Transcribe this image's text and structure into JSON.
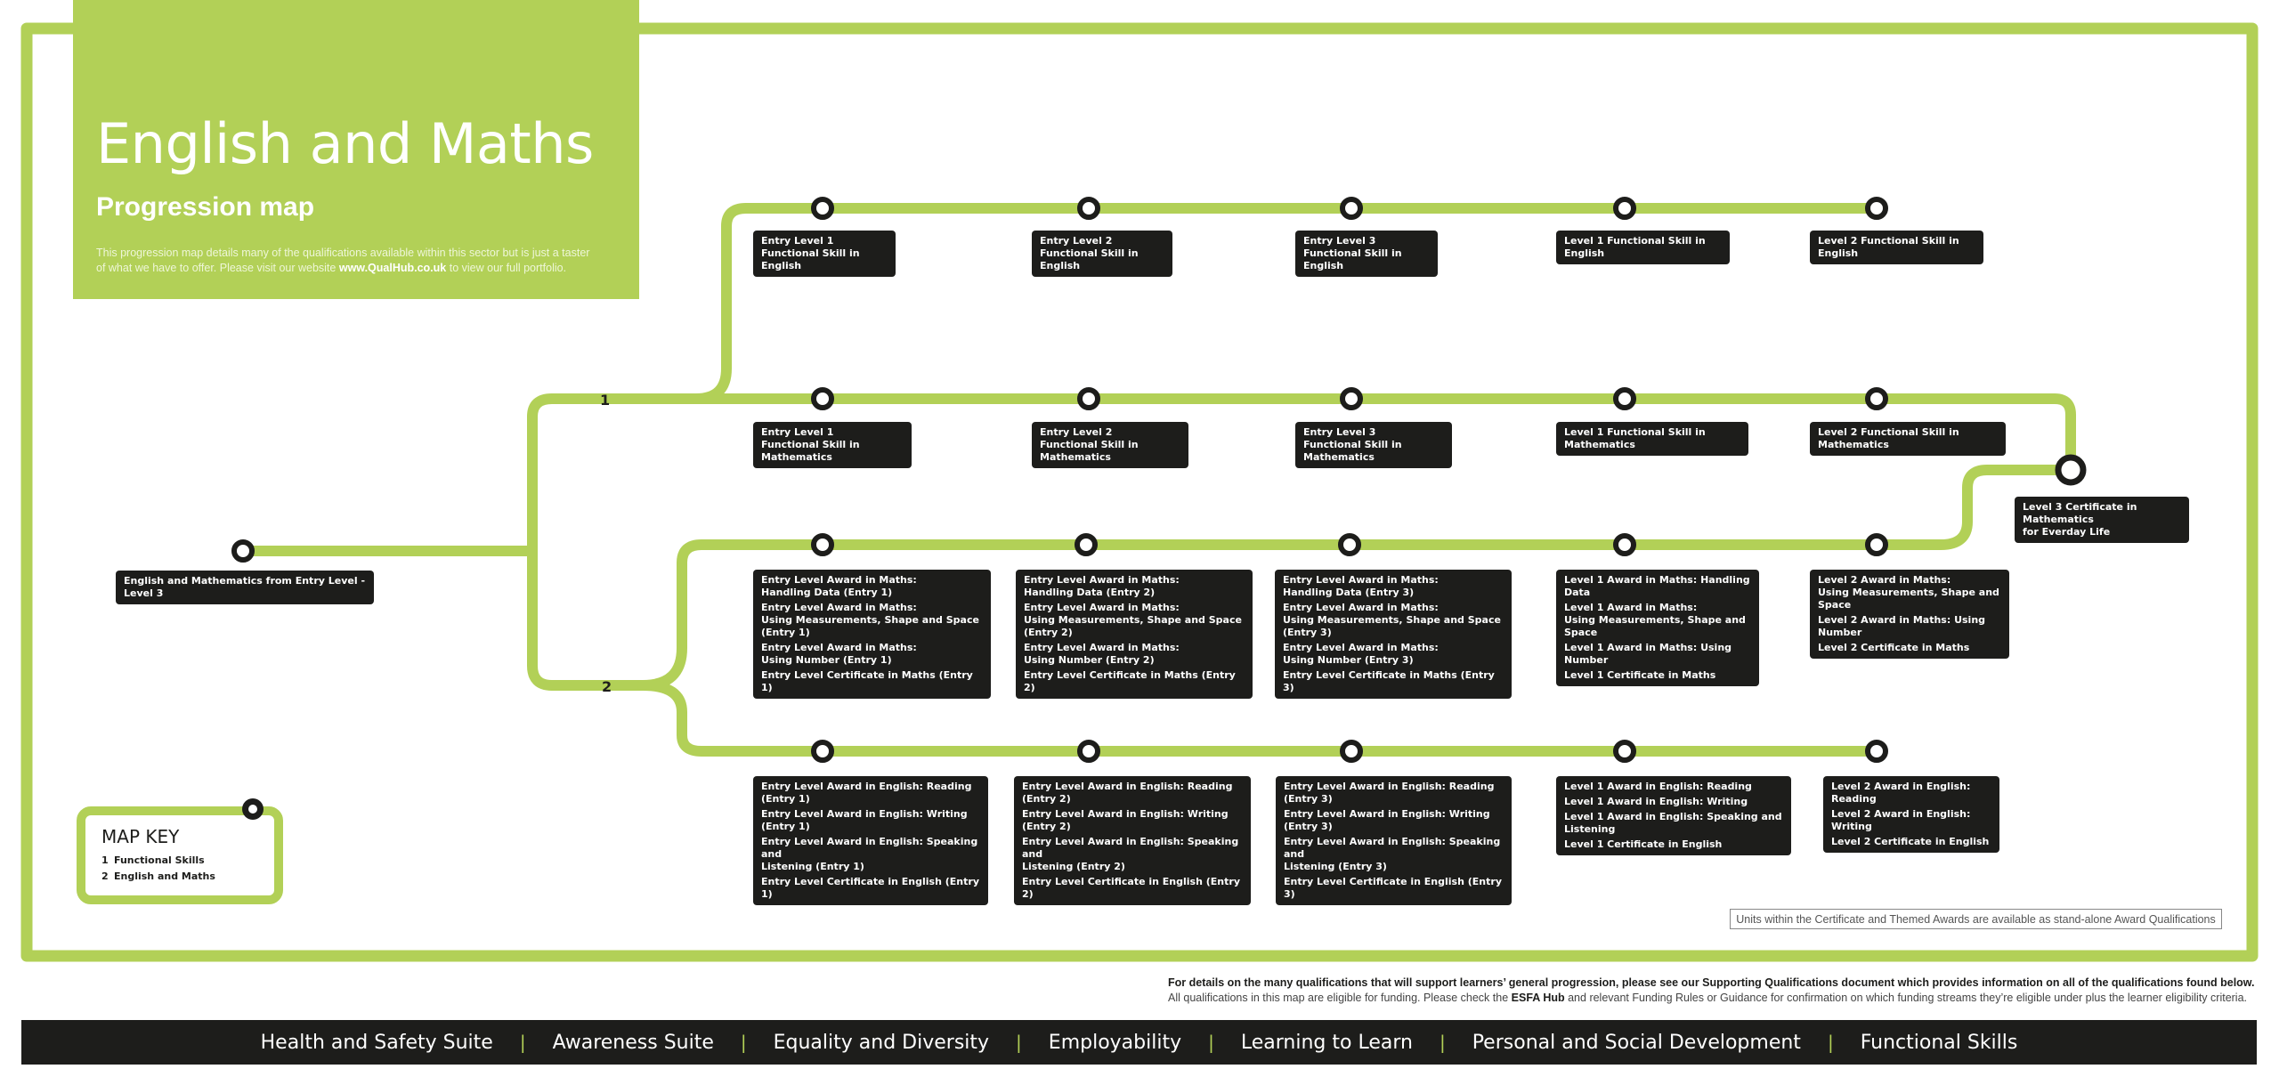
{
  "header": {
    "title": "English and Maths",
    "subtitle": "Progression map",
    "intro_prefix": "This progression map details many of the qualifications available within this sector but is just a taster of what we have to offer. Please visit our website",
    "intro_link": "www.QualHub.co.uk",
    "intro_suffix": "to view our full portfolio."
  },
  "colors": {
    "accent": "#b2d057",
    "dark": "#1d1d1b",
    "background": "#ffffff"
  },
  "branches": {
    "b1": "1",
    "b2": "2"
  },
  "start_label": "English and Mathematics  from Entry Level - Level 3",
  "lines": [
    {
      "id": "english-fs",
      "stations": [
        {
          "lines": [
            "Entry Level 1",
            "Functional Skill in English"
          ]
        },
        {
          "lines": [
            "Entry Level 2",
            "Functional Skill in English"
          ]
        },
        {
          "lines": [
            "Entry Level 3",
            "Functional Skill in English"
          ]
        },
        {
          "lines": [
            "Level 1 Functional Skill in English"
          ]
        },
        {
          "lines": [
            "Level 2 Functional Skill in English"
          ]
        }
      ]
    },
    {
      "id": "maths-fs",
      "stations": [
        {
          "lines": [
            "Entry Level 1",
            "Functional Skill in Mathematics"
          ]
        },
        {
          "lines": [
            "Entry Level 2",
            "Functional Skill in Mathematics"
          ]
        },
        {
          "lines": [
            "Entry Level 3",
            "Functional Skill in Mathematics"
          ]
        },
        {
          "lines": [
            "Level 1 Functional Skill in Mathematics"
          ]
        },
        {
          "lines": [
            "Level 2 Functional Skill in Mathematics"
          ]
        }
      ]
    },
    {
      "id": "maths-awards",
      "stations": [
        {
          "items": [
            [
              "Entry Level Award in Maths:",
              "Handling Data (Entry 1)"
            ],
            [
              "Entry Level Award in Maths:",
              "Using Measurements, Shape and Space (Entry 1)"
            ],
            [
              "Entry Level Award in Maths:",
              "Using Number (Entry 1)"
            ],
            [
              "Entry Level Certificate in Maths (Entry 1)"
            ]
          ]
        },
        {
          "items": [
            [
              "Entry Level Award in Maths:",
              "Handling Data (Entry 2)"
            ],
            [
              "Entry Level Award in Maths:",
              "Using Measurements, Shape and Space (Entry 2)"
            ],
            [
              "Entry Level Award in Maths:",
              "Using Number (Entry 2)"
            ],
            [
              "Entry Level Certificate in Maths (Entry 2)"
            ]
          ]
        },
        {
          "items": [
            [
              "Entry Level Award in Maths:",
              "Handling Data (Entry 3)"
            ],
            [
              "Entry Level Award in Maths:",
              "Using Measurements, Shape and Space (Entry 3)"
            ],
            [
              "Entry Level Award in Maths:",
              "Using Number (Entry 3)"
            ],
            [
              "Entry Level Certificate in Maths (Entry 3)"
            ]
          ]
        },
        {
          "items": [
            [
              "Level 1 Award in Maths: Handling Data"
            ],
            [
              "Level 1 Award in Maths:",
              "Using Measurements, Shape and Space"
            ],
            [
              "Level 1 Award in Maths: Using Number"
            ],
            [
              "Level 1 Certificate in Maths"
            ]
          ]
        },
        {
          "items": [
            [
              "Level 2 Award in Maths:",
              "Using Measurements, Shape and Space"
            ],
            [
              "Level 2 Award in Maths: Using Number"
            ],
            [
              "Level 2 Certificate in Maths"
            ]
          ]
        }
      ]
    },
    {
      "id": "english-awards",
      "stations": [
        {
          "items": [
            [
              "Entry Level Award in English: Reading (Entry 1)"
            ],
            [
              "Entry Level Award in English: Writing (Entry 1)"
            ],
            [
              "Entry Level Award in English: Speaking and",
              "Listening (Entry 1)"
            ],
            [
              "Entry Level  Certificate in English (Entry 1)"
            ]
          ]
        },
        {
          "items": [
            [
              "Entry Level Award in English: Reading (Entry 2)"
            ],
            [
              "Entry Level Award in English: Writing (Entry 2)"
            ],
            [
              "Entry Level Award in English: Speaking and",
              "Listening (Entry 2)"
            ],
            [
              "Entry Level  Certificate in English (Entry 2)"
            ]
          ]
        },
        {
          "items": [
            [
              "Entry Level Award in English: Reading (Entry 3)"
            ],
            [
              "Entry Level Award in English: Writing (Entry 3)"
            ],
            [
              "Entry Level Award in English: Speaking and",
              "Listening (Entry 3)"
            ],
            [
              "Entry Level  Certificate in English (Entry 3)"
            ]
          ]
        },
        {
          "items": [
            [
              "Level 1 Award in English: Reading"
            ],
            [
              "Level 1 Award in English: Writing"
            ],
            [
              "Level 1 Award in English: Speaking and Listening"
            ],
            [
              "Level  1 Certificate in English"
            ]
          ]
        },
        {
          "items": [
            [
              "Level 2 Award in English: Reading"
            ],
            [
              "Level 2 Award in English: Writing"
            ],
            [
              "Level  2 Certificate in English"
            ]
          ]
        }
      ]
    }
  ],
  "interchange_label": [
    "Level 3 Certificate in Mathematics",
    "for Everday Life"
  ],
  "map_key": {
    "title": "MAP KEY",
    "items": [
      {
        "num": "1",
        "label": "Functional Skills"
      },
      {
        "num": "2",
        "label": "English and Maths"
      }
    ]
  },
  "note": "Units within the Certificate and Themed Awards are available as stand-alone Award Qualifications",
  "info": {
    "line1": "For details on the many qualifications that will support learners’  general progression, please see our Supporting Qualifications document which provides information on all of the qualifications found below.",
    "line2_prefix": "All qualifications in this map are eligible for funding. Please check the",
    "line2_bold": "ESFA Hub",
    "line2_suffix": "and relevant Funding Rules or Guidance for confirmation on which funding streams they’re eligible under plus the learner eligibility criteria."
  },
  "footer": {
    "items": [
      "Health and Safety Suite",
      "Awareness Suite",
      "Equality and Diversity",
      "Employability",
      "Learning to Learn",
      "Personal and Social Development",
      "Functional Skills"
    ],
    "separator": "|"
  }
}
